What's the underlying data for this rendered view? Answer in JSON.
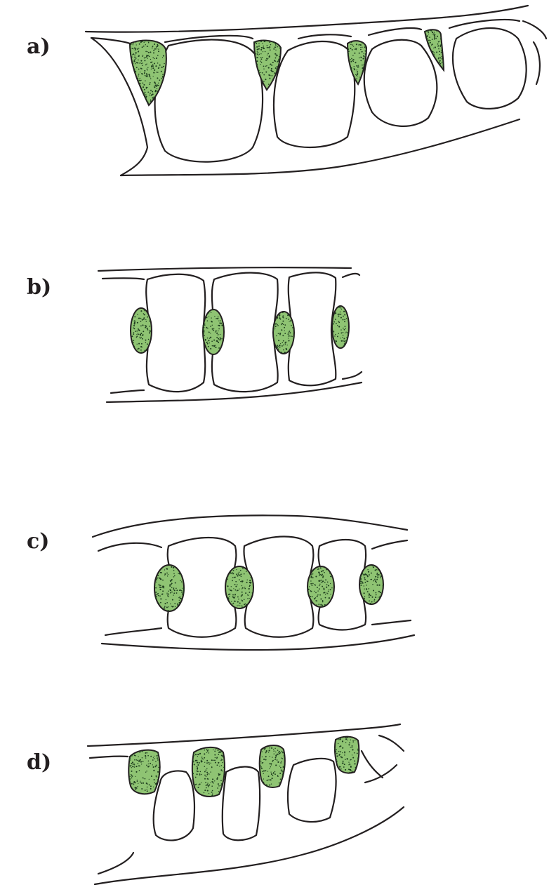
{
  "panels": [
    {
      "id": "a",
      "label": "a)"
    },
    {
      "id": "b",
      "label": "b)"
    },
    {
      "id": "c",
      "label": "c)"
    },
    {
      "id": "d",
      "label": "d)"
    }
  ],
  "colors": {
    "outline": "#231f20",
    "chlorophyll_cell": "#8fc473",
    "granule": "#1e3d1e",
    "background": "#ffffff"
  }
}
